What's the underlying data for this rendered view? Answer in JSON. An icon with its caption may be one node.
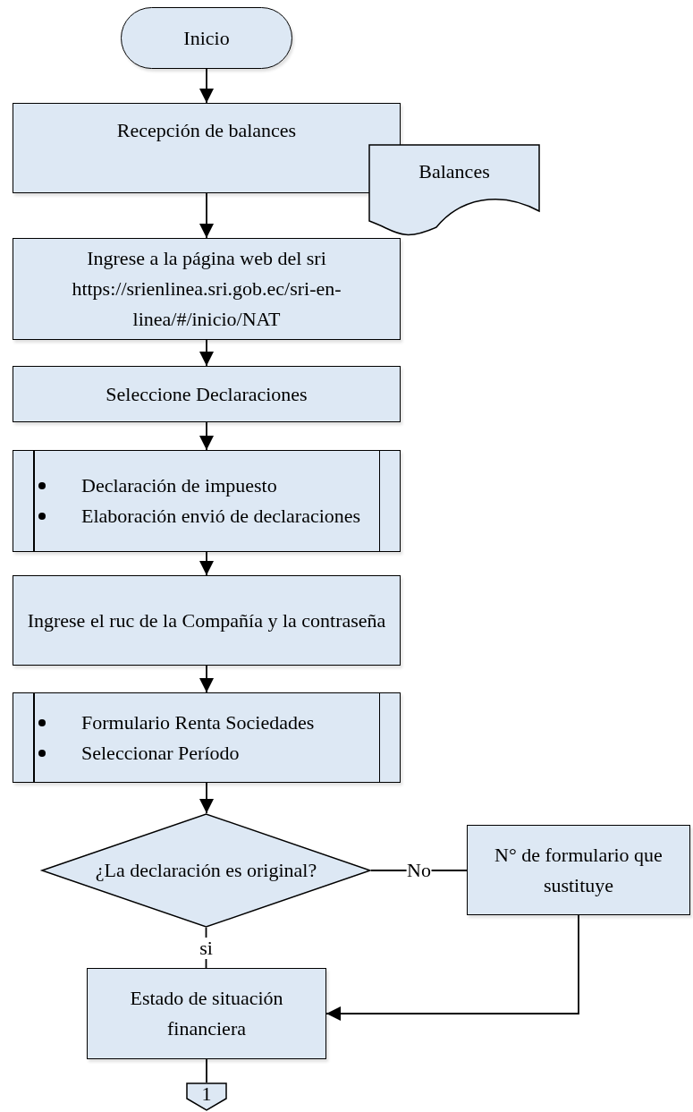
{
  "diagram": {
    "nodes": [
      {
        "text": [
          "Inicio"
        ]
      },
      {
        "text": [
          "Recepción de balances"
        ]
      },
      {
        "text": [
          "Balances"
        ]
      },
      {
        "text": [
          "Ingrese a la página web del sri https://srienlinea.sri.gob.ec/sri-en-linea/#/inicio/NAT"
        ]
      },
      {
        "text": [
          "Seleccione Declaraciones"
        ]
      },
      {
        "text": [
          "Declaración de impuesto",
          "Elaboración envió de declaraciones"
        ]
      },
      {
        "text": [
          "Ingrese el ruc de la Compañía y la contraseña"
        ]
      },
      {
        "text": [
          "Formulario Renta Sociedades",
          "Seleccionar Período"
        ]
      },
      {
        "text": [
          "¿La declaración es original?"
        ]
      },
      {
        "text": [
          "N° de formulario que sustituye"
        ]
      },
      {
        "text": [
          "Estado de situación financiera"
        ]
      },
      {
        "text": [
          "1"
        ]
      }
    ],
    "edges": [
      {
        "from": 0,
        "to": 1,
        "arrow": "to"
      },
      {
        "from": 1,
        "to": 3,
        "arrow": "to"
      },
      {
        "from": 3,
        "to": 4,
        "arrow": "to"
      },
      {
        "from": 4,
        "to": 5,
        "arrow": "to"
      },
      {
        "from": 5,
        "to": 6,
        "arrow": "to"
      },
      {
        "from": 6,
        "to": 7,
        "arrow": "to"
      },
      {
        "from": 7,
        "to": 8,
        "arrow": "to"
      },
      {
        "from": 8,
        "to": 9,
        "arrow": "none",
        "label": "No"
      },
      {
        "from": 8,
        "to": 10,
        "arrow": "none",
        "label": "si"
      },
      {
        "from": 9,
        "to": 10,
        "arrow": "to"
      },
      {
        "from": 10,
        "to": 11,
        "arrow": "none"
      }
    ]
  }
}
